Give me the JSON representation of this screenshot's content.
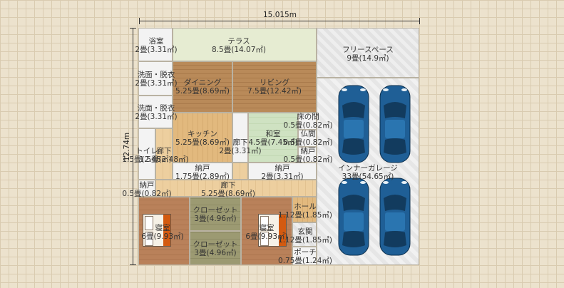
{
  "dimensions": {
    "width_label": "15.015m",
    "height_label": "12.74m"
  },
  "rooms": {
    "bath": {
      "name": "浴室",
      "size": "2畳(3.31㎡)"
    },
    "terrace": {
      "name": "テラス",
      "size": "8.5畳(14.07㎡)"
    },
    "free_space": {
      "name": "フリースペース",
      "size": "9畳(14.9㎡)"
    },
    "wash1": {
      "name": "洗面・脱衣",
      "size": "2畳(3.31㎡)"
    },
    "wash2": {
      "name": "洗面・脱衣",
      "size": "2畳(3.31㎡)"
    },
    "dining": {
      "name": "ダイニング",
      "size": "5.25畳(8.69㎡)"
    },
    "living": {
      "name": "リビング",
      "size": "7.5畳(12.42㎡)"
    },
    "kitchen": {
      "name": "キッチン",
      "size": "5.25畳(8.69㎡)"
    },
    "hall_small": {
      "name": "廊下",
      "size": "2畳(3.31㎡)"
    },
    "washitsu": {
      "name": "和室",
      "size": "4.5畳(7.45㎡)"
    },
    "tokonoma": {
      "name": "床の間",
      "size": "0.5畳(0.82㎡)"
    },
    "butsuma": {
      "name": "仏間",
      "size": "0.5畳(0.82㎡)"
    },
    "nando_small": {
      "name": "納戸",
      "size": "0.5畳(0.82㎡)"
    },
    "toilet": {
      "name": "トイレ",
      "size": "1.5畳(2.48㎡)"
    },
    "hall_toilet": {
      "name": "廊下",
      "size": "1.5畳(2.48㎡)"
    },
    "nando1": {
      "name": "納戸",
      "size": "1.75畳(2.89㎡)"
    },
    "nando2": {
      "name": "納戸",
      "size": "2畳(3.31㎡)"
    },
    "nando3": {
      "name": "納戸",
      "size": "0.5畳(0.82㎡)"
    },
    "corridor": {
      "name": "廊下",
      "size": "5.25畳(8.69㎡)"
    },
    "garage": {
      "name": "インナーガレージ",
      "size": "33畳(54.65㎡)"
    },
    "bedroom1": {
      "name": "寝室",
      "size": "6畳(9.93㎡)"
    },
    "closet1": {
      "name": "クローゼット",
      "size": "3畳(4.96㎡)"
    },
    "closet2": {
      "name": "クローゼット",
      "size": "3畳(4.96㎡)"
    },
    "bedroom2": {
      "name": "寝室",
      "size": "6畳(9.93㎡)"
    },
    "hall": {
      "name": "ホール",
      "size": "1.12畳(1.85㎡)"
    },
    "entrance": {
      "name": "玄関",
      "size": "1.12畳(1.85㎡)"
    },
    "porch": {
      "name": "ポーチ",
      "size": "0.75畳(1.24㎡)"
    }
  },
  "colors": {
    "car_body": "#1f5f96",
    "car_dark": "#123b5e",
    "bed_cover": "#d35a10"
  }
}
